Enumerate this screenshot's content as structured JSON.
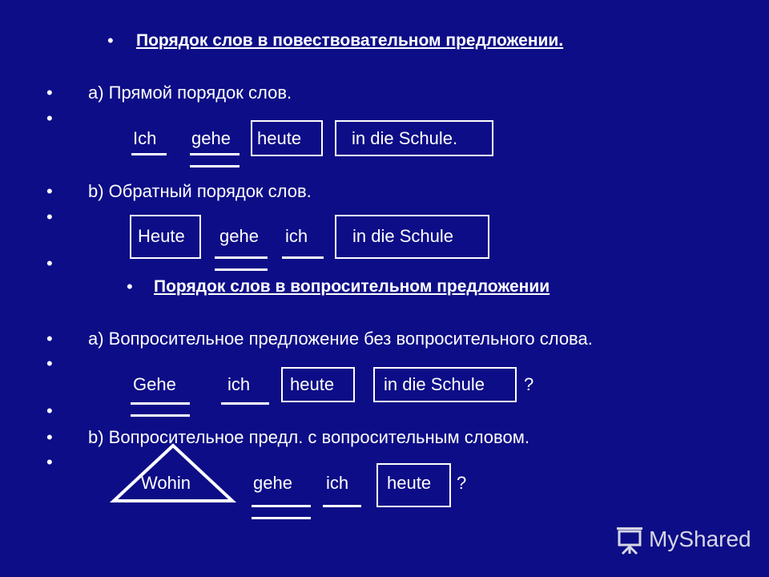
{
  "heading1": "Порядок слов в повествовательном предложении.",
  "a1": "а) Прямой порядок слов.",
  "ex1": {
    "w1": "Ich",
    "w2": "gehe",
    "w3": "heute",
    "w4": "in die Schule."
  },
  "b1": "b) Обратный порядок слов.",
  "ex2": {
    "w1": "Heute",
    "w2": "gehe",
    "w3": "ich",
    "w4": "in die Schule"
  },
  "heading2": "Порядок слов в вопросительном предложении",
  "a2": "а) Вопросительное предложение без вопросительного слова.",
  "ex3": {
    "w1": "Gehe",
    "w2": "ich",
    "w3": "heute",
    "w4": "in die Schule",
    "q": "?"
  },
  "b2": "b) Вопросительное предл. с вопросительным словом.",
  "ex4": {
    "w1": "Wohin",
    "w2": "gehe",
    "w3": "ich",
    "w4": "heute",
    "q": "?"
  },
  "watermark": {
    "brand": "MyShared",
    "icon": "projector-screen-icon"
  },
  "bullet_char": "•"
}
